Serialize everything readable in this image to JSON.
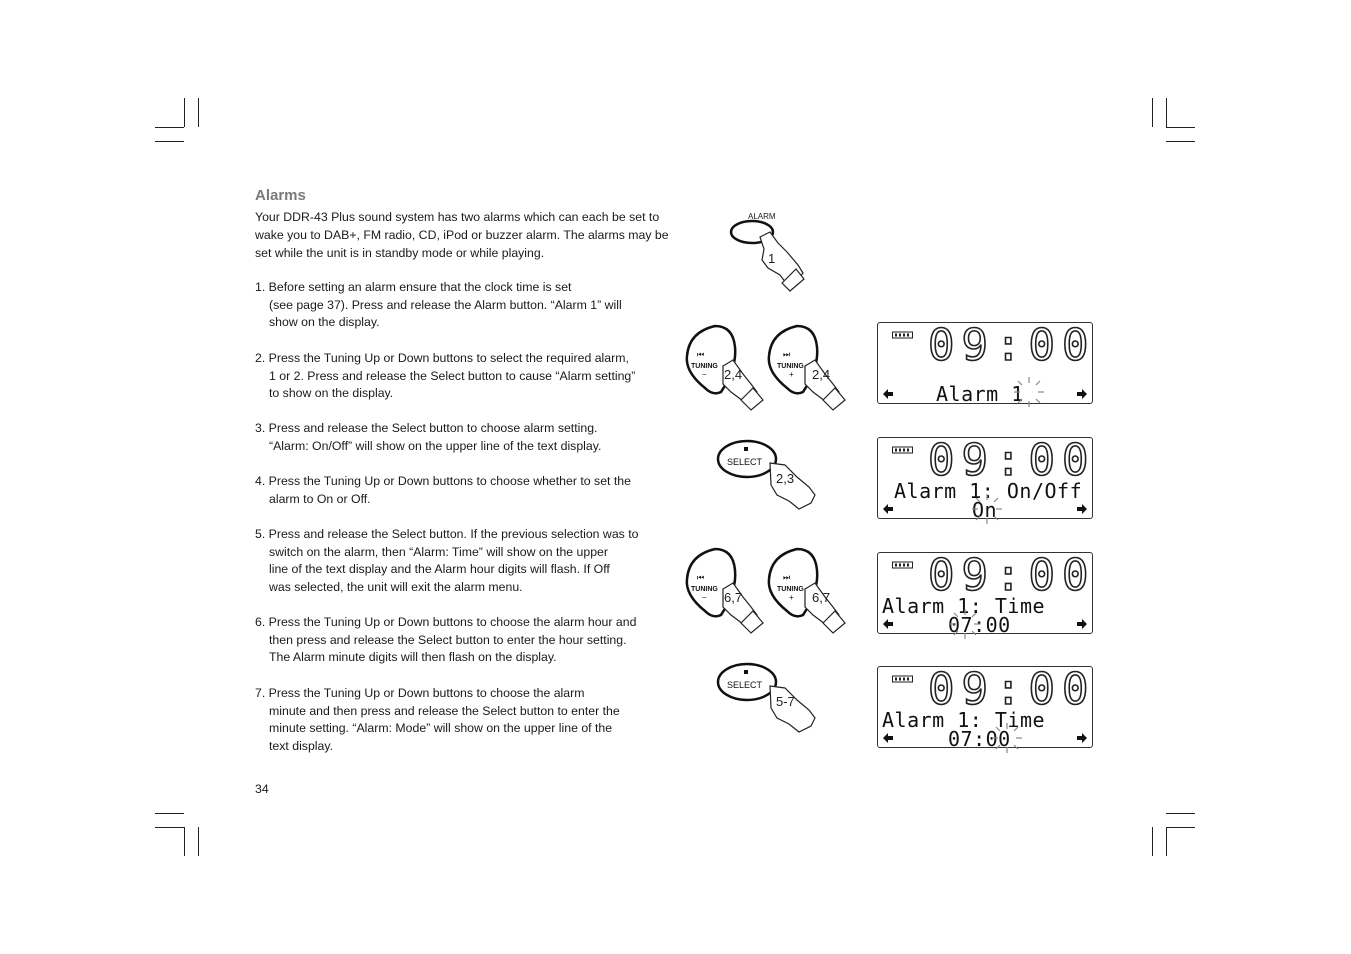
{
  "heading": "Alarms",
  "intro": "Your DDR-43 Plus sound system has two alarms which can each be set to wake you to DAB+, FM radio, CD, iPod or buzzer alarm. The alarms may be set while the unit is in standby mode or while playing.",
  "steps": [
    {
      "lines": [
        "1. Before setting an alarm ensure that the clock time is set",
        "(see page 37). Press and release the Alarm button. “Alarm 1” will",
        "show on the display."
      ]
    },
    {
      "lines": [
        "2. Press the Tuning Up or Down buttons to select the required alarm,",
        "1 or 2. Press and release the Select button to cause “Alarm setting”",
        "to show on the display."
      ]
    },
    {
      "lines": [
        "3. Press and release the Select button to choose alarm setting.",
        "“Alarm: On/Off” will show on the upper line of the text display."
      ]
    },
    {
      "lines": [
        "4. Press the Tuning Up or Down buttons to choose whether to set the",
        "alarm to On or Off."
      ]
    },
    {
      "lines": [
        "5. Press and release the Select button. If the previous selection was to",
        "switch on the alarm, then “Alarm: Time” will show on the upper",
        "line of the text display and the Alarm hour digits will flash. If Off",
        "was selected, the unit will exit the alarm menu."
      ]
    },
    {
      "lines": [
        "6. Press the Tuning Up or Down buttons to choose the alarm hour and",
        "then press and release the Select button to enter the hour setting.",
        "The Alarm minute digits will then flash on the display."
      ]
    },
    {
      "lines": [
        "7. Press the Tuning Up or Down buttons to choose the alarm",
        "minute and then press and release the Select button to enter the",
        "minute setting. “Alarm: Mode” will show on the upper line of the",
        "text display."
      ]
    }
  ],
  "page_number": "34",
  "buttons": {
    "alarm_label": "ALARM",
    "alarm_step": "1",
    "tuning_label": "TUNING",
    "tuning_minus": "−",
    "tuning_plus": "+",
    "tuning_steps_a": "2,4",
    "tuning_steps_b": "6,7",
    "select_label": "SELECT",
    "select_steps_a": "2,3",
    "select_steps_b": "5-7"
  },
  "displays": [
    {
      "time": "09:00",
      "line1": "",
      "line2": "Alarm 1"
    },
    {
      "time": "09:00",
      "line1": "Alarm 1: On/Off",
      "line2": "On"
    },
    {
      "time": "09:00",
      "line1": "Alarm 1: Time",
      "line2": "07:00"
    },
    {
      "time": "09:00",
      "line1": "Alarm 1: Time",
      "line2": "07:00"
    }
  ]
}
